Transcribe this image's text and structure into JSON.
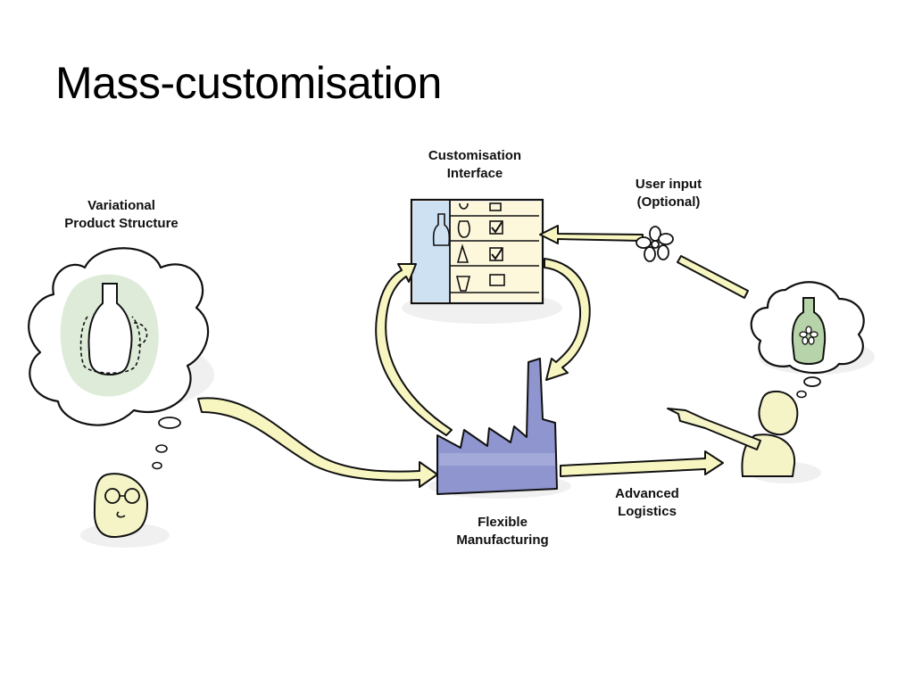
{
  "slide": {
    "title": "Mass-customisation"
  },
  "labels": {
    "customisation_interface": [
      "Customisation",
      "Interface"
    ],
    "user_input": [
      "User input",
      "(Optional)"
    ],
    "variational_product_structure": [
      "Variational",
      "Product Structure"
    ],
    "advanced_logistics": [
      "Advanced",
      "Logistics"
    ],
    "flexible_manufacturing": [
      "Flexible",
      "Manufacturing"
    ]
  },
  "colors": {
    "arrow_fill": "#f7f5c0",
    "bubble_tint": "#cfe3c8",
    "screen_blue": "#cde1f3",
    "screen_cell": "#fdf7d8",
    "factory": "#8e95cf",
    "person_fill": "#f4f4c7",
    "bottle_green": "#b6d3a9"
  }
}
